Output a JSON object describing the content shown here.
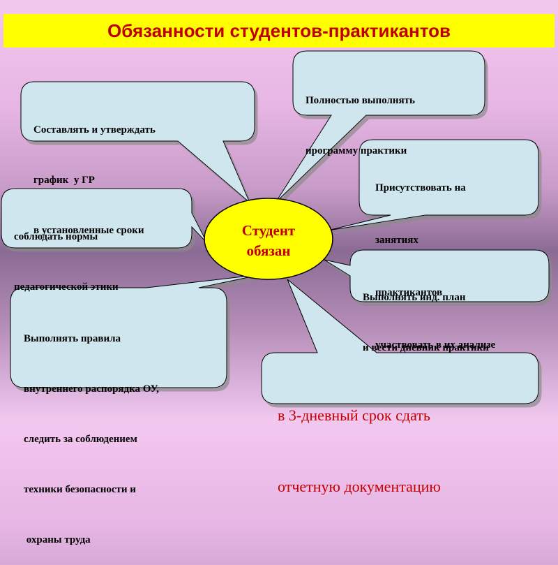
{
  "title": "Обязанности студентов-практикантов",
  "center": {
    "line1": "Студент",
    "line2": "обязан"
  },
  "bubbles": [
    {
      "lines": [
        "Полностью выполнять",
        "программу практики"
      ]
    },
    {
      "lines": [
        "Составлять и утверждать",
        "график  у ГР",
        "в установленные сроки"
      ]
    },
    {
      "lines": [
        "Присутствовать на",
        "занятиях",
        "практикантов",
        "участвовать в их анализе"
      ]
    },
    {
      "lines": [
        "соблюдать нормы",
        "педагогической этики"
      ]
    },
    {
      "lines": [
        "Выполнять инд. план",
        "и вести дневник практики"
      ]
    },
    {
      "lines": [
        "Выполнять правила",
        "внутреннего распорядка ОУ,",
        "следить за соблюдением",
        "техники безопасности и",
        " охраны труда"
      ]
    },
    {
      "lines": [
        "в 3-дневный срок сдать",
        "отчетную документацию"
      ]
    }
  ],
  "colors": {
    "title_bg": "#ffff00",
    "title_text": "#c00000",
    "bubble_fill": "#cfe6ee",
    "center_fill": "#ffff00",
    "red_text": "#c00000"
  }
}
